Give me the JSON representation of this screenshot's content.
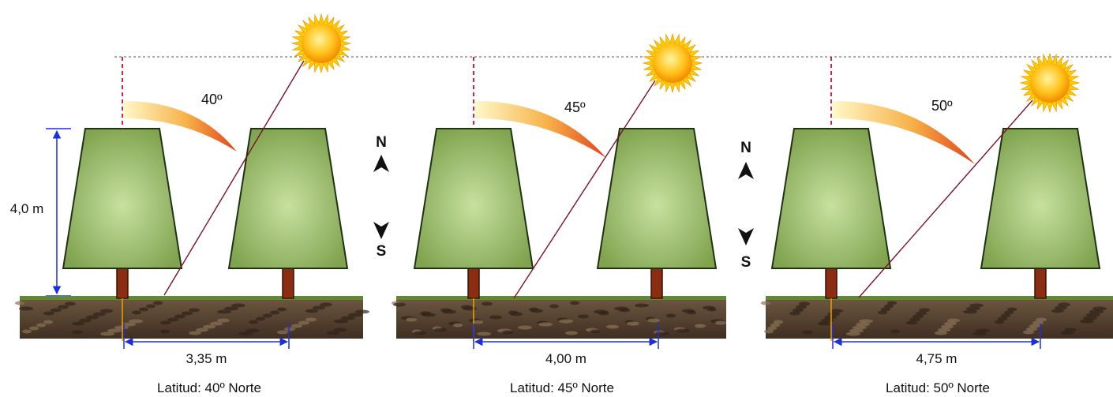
{
  "height_label": "4,0 m",
  "colors": {
    "canopy": "#8fb25c",
    "canopy_edge": "#1f3314",
    "trunk": "#8a2d10",
    "ground": "#5b4632",
    "grass": "#5f8a2e",
    "dimension": "#1a2fe0",
    "sun_ray": "#7a1028",
    "vertical": "#c8102e",
    "horizon": "#555555",
    "angle_arc_start": "#fff2a8",
    "angle_arc_end": "#e8501c",
    "sun_core": "#ffb400",
    "sun_rays": "#ffcc00"
  },
  "compass": {
    "north": "N",
    "south": "S"
  },
  "panels": [
    {
      "angle_label": "40º",
      "spacing_label": "3,35 m",
      "latitude_label": "Latitud: 40º Norte"
    },
    {
      "angle_label": "45º",
      "spacing_label": "4,00 m",
      "latitude_label": "Latitud: 45º Norte"
    },
    {
      "angle_label": "50º",
      "spacing_label": "4,75 m",
      "latitude_label": "Latitud: 50º Norte"
    }
  ]
}
